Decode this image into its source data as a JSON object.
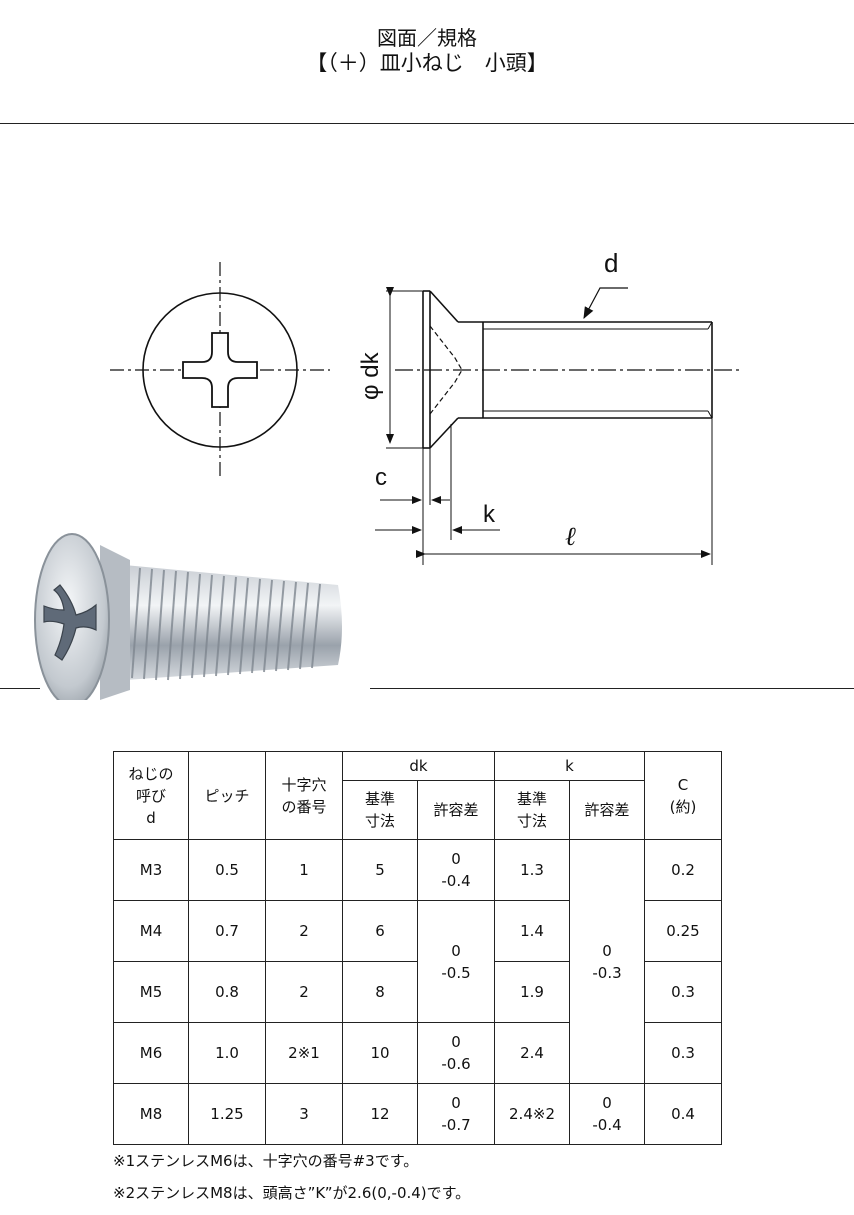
{
  "header": {
    "line1": "図面／規格",
    "line2": "【（＋）皿小ねじ　小頭】"
  },
  "drawing": {
    "label_d": "d",
    "label_dk": "φ dk",
    "label_c": "c",
    "label_k": "k",
    "label_l": "ℓ"
  },
  "table": {
    "headers": {
      "name": "ねじの\n呼び\nd",
      "pitch": "ピッチ",
      "cross": "十字穴\nの番号",
      "dk": "dk",
      "k": "k",
      "c": "C\n(約)",
      "dk_base": "基準\n寸法",
      "dk_tol": "許容差",
      "k_base": "基準\n寸法",
      "k_tol": "許容差"
    },
    "rows": [
      {
        "name": "M3",
        "pitch": "0.5",
        "cross": "1",
        "dk": "5",
        "k": "1.3",
        "c": "0.2"
      },
      {
        "name": "M4",
        "pitch": "0.7",
        "cross": "2",
        "dk": "6",
        "k": "1.4",
        "c": "0.25"
      },
      {
        "name": "M5",
        "pitch": "0.8",
        "cross": "2",
        "dk": "8",
        "k": "1.9",
        "c": "0.3"
      },
      {
        "name": "M6",
        "pitch": "1.0",
        "cross": "2※1",
        "dk": "10",
        "k": "2.4",
        "c": "0.3"
      },
      {
        "name": "M8",
        "pitch": "1.25",
        "cross": "3",
        "dk": "12",
        "k": "2.4※2",
        "c": "0.4"
      }
    ],
    "dk_tolerance": {
      "m3": "0\n-0.4",
      "m4_m5": "0\n-0.5",
      "m6": "0\n-0.6",
      "m8": "0\n-0.7"
    },
    "k_tolerance": {
      "m3_m6": "0\n-0.3",
      "m8": "0\n-0.4"
    }
  },
  "notes": [
    "※1ステンレスM6は、十字穴の番号#3です。",
    "※2ステンレスM8は、頭高さ”K”が2.6(0,-0.4)です。"
  ]
}
